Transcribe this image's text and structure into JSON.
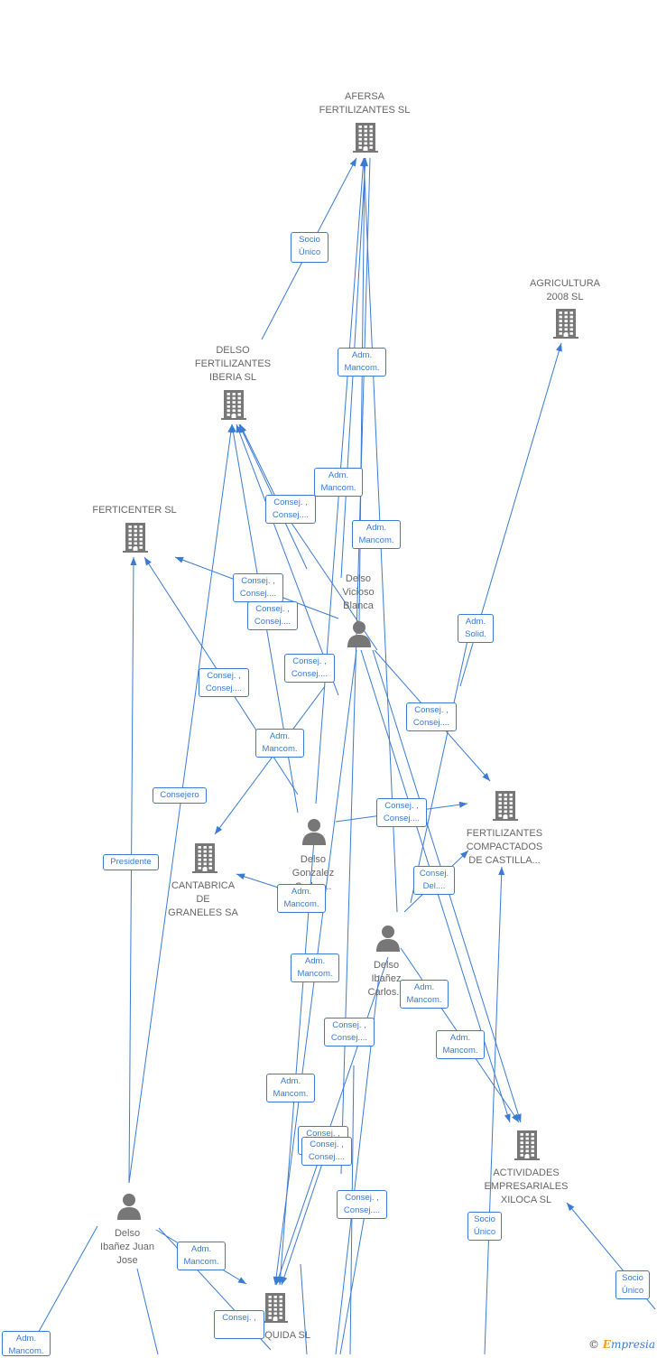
{
  "companies": [
    {
      "id": "afersa",
      "label": "AFERSA\nFERTILIZANTES SL"
    },
    {
      "id": "agricultura",
      "label": "AGRICULTURA\n2008 SL"
    },
    {
      "id": "delso_iberia",
      "label": "DELSO\nFERTILIZANTES\nIBERIA  SL"
    },
    {
      "id": "ferticenter",
      "label": "FERTICENTER SL"
    },
    {
      "id": "cantabrica",
      "label": "CANTABRICA\nDE\nGRANELES SA"
    },
    {
      "id": "compactados",
      "label": "FERTILIZANTES\nCOMPACTADOS\nDE CASTILLA..."
    },
    {
      "id": "xiloca",
      "label": "ACTIVIDADES\nEMPRESARIALES\nXILOCA  SL"
    },
    {
      "id": "quida",
      "label": "...QUIDA SL"
    }
  ],
  "persons": [
    {
      "id": "vicioso",
      "label": "Delso\nVicioso\nBlanca"
    },
    {
      "id": "gonzalez",
      "label": "Delso\nGonzalez\nCarlos..."
    },
    {
      "id": "ibanez_carlos",
      "label": "Delso\nIbañez\nCarlos..."
    },
    {
      "id": "ibanez_juan",
      "label": "Delso\nIbañez Juan\nJose"
    }
  ],
  "badges": [
    {
      "id": "b1",
      "label": "Socio\nÚnico"
    },
    {
      "id": "b2",
      "label": "Adm.\nMancom."
    },
    {
      "id": "b3",
      "label": "Adm.\nMancom."
    },
    {
      "id": "b4",
      "label": "Adm.\nMancom."
    },
    {
      "id": "b5",
      "label": "Consej. ,\nConsej...."
    },
    {
      "id": "b6",
      "label": "Consej. ,\nConsej...."
    },
    {
      "id": "b7",
      "label": "Consej. ,\nConsej...."
    },
    {
      "id": "b8",
      "label": "Adm.\nSolid."
    },
    {
      "id": "b9",
      "label": "Consej. ,\nConsej...."
    },
    {
      "id": "b10",
      "label": "Consej. ,\nConsej...."
    },
    {
      "id": "b11",
      "label": "Consej. ,\nConsej...."
    },
    {
      "id": "b12",
      "label": "Adm.\nMancom."
    },
    {
      "id": "b13",
      "label": "Consejero"
    },
    {
      "id": "b14",
      "label": "Consej. ,\nConsej...."
    },
    {
      "id": "b15",
      "label": "Presidente"
    },
    {
      "id": "b16",
      "label": "Consej.\nDel...."
    },
    {
      "id": "b17",
      "label": "Adm.\nMancom."
    },
    {
      "id": "b18",
      "label": "Adm.\nMancom."
    },
    {
      "id": "b19",
      "label": "Adm.\nMancom."
    },
    {
      "id": "b20",
      "label": "Consej. ,\nConsej...."
    },
    {
      "id": "b21",
      "label": "Adm.\nMancom."
    },
    {
      "id": "b22",
      "label": "Adm.\nMancom."
    },
    {
      "id": "b23",
      "label": "Consej. ,\nConsej...."
    },
    {
      "id": "b24",
      "label": "Consej. ,\nConsej...."
    },
    {
      "id": "b25",
      "label": "Socio\nÚnico"
    },
    {
      "id": "b26",
      "label": "Adm.\nMancom."
    },
    {
      "id": "b27",
      "label": "Consej. ,\nConsej...."
    },
    {
      "id": "b28",
      "label": "Socio\nÚnico"
    },
    {
      "id": "b29",
      "label": "Adm.\nMancom."
    },
    {
      "id": "b30",
      "label": "Consej. ,"
    }
  ],
  "footer": {
    "copyright": "©",
    "brand_e": "E",
    "brand_rest": "mpresia"
  },
  "colors": {
    "edge": "#3a7bd5",
    "icon": "#777777",
    "text": "#666666"
  }
}
